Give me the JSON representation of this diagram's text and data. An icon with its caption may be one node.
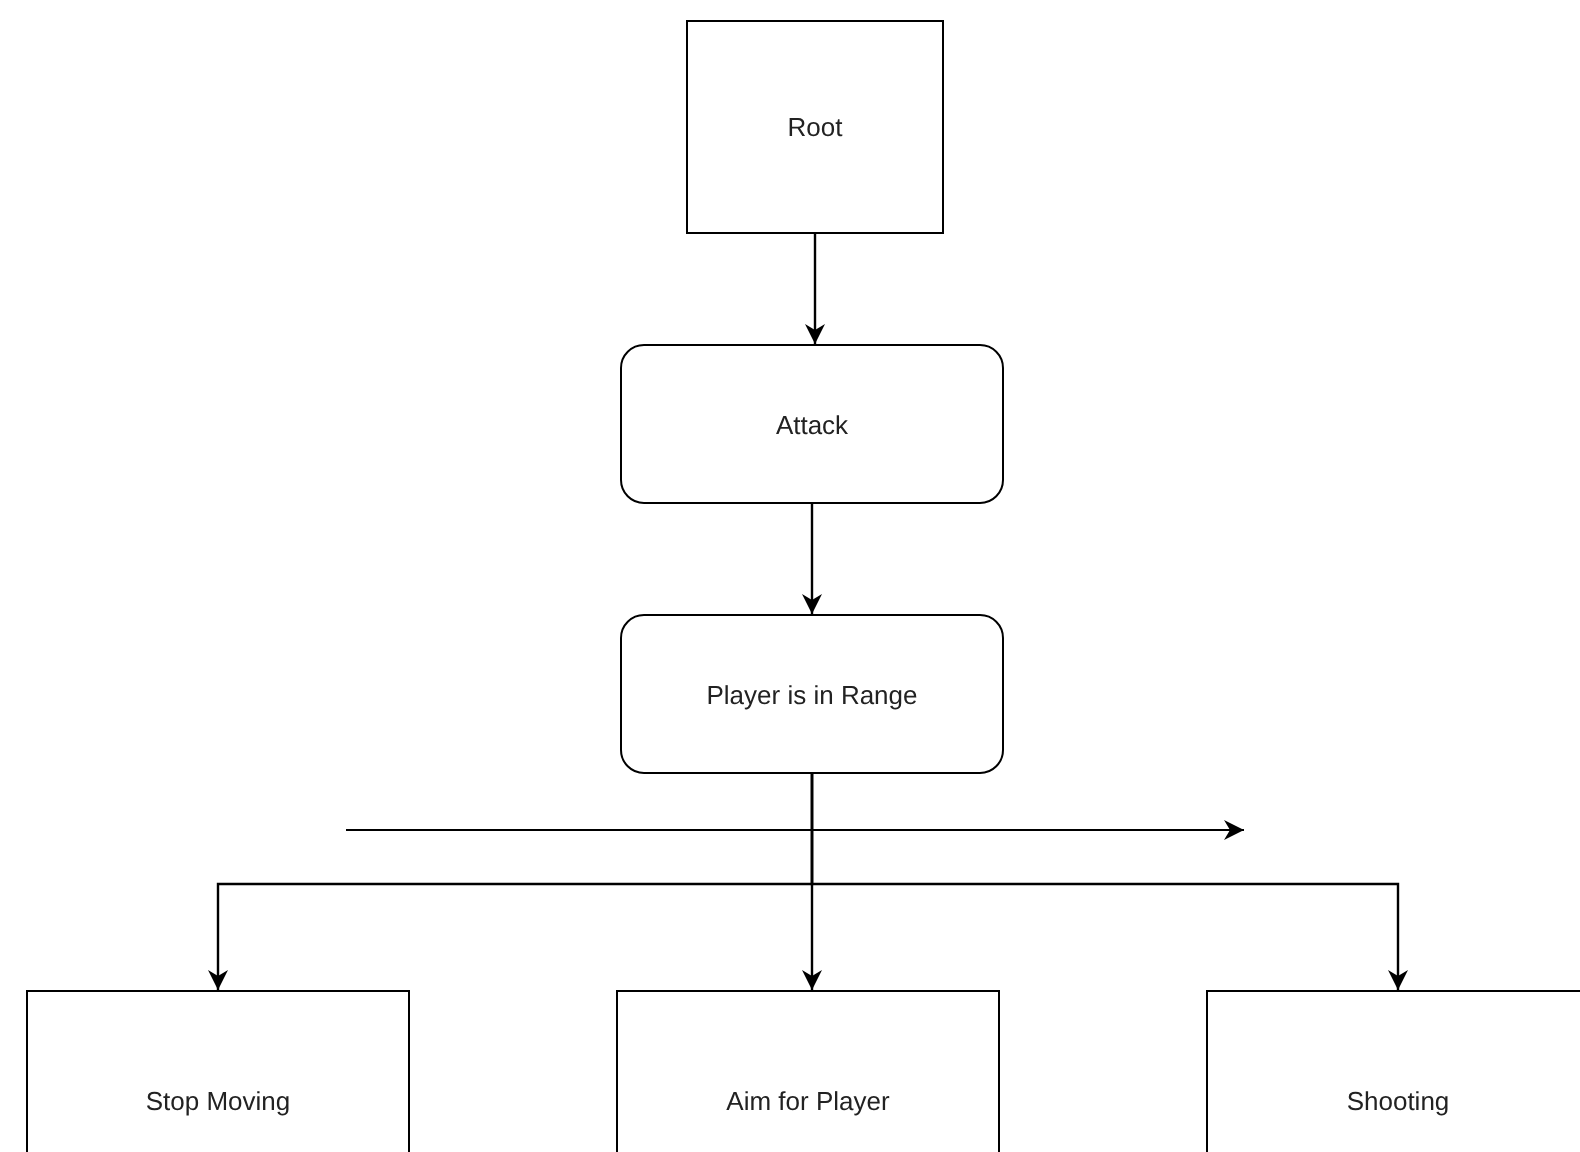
{
  "diagram": {
    "nodes": [
      {
        "text": [
          "Root"
        ]
      },
      {
        "text": [
          "Attack"
        ]
      },
      {
        "text": [
          "Player is in Range"
        ]
      },
      {
        "text": [
          "Stop Moving"
        ]
      },
      {
        "text": [
          "Aim for Player"
        ]
      },
      {
        "text": [
          "Shooting"
        ]
      }
    ],
    "edges": [
      {
        "from": 0,
        "to": 1,
        "arrow": "to"
      },
      {
        "from": 1,
        "to": 2,
        "arrow": "to"
      },
      {
        "from": 2,
        "to": 3,
        "arrow": "to"
      },
      {
        "from": 2,
        "to": 4,
        "arrow": "to"
      },
      {
        "from": 2,
        "to": 5,
        "arrow": "to"
      }
    ]
  }
}
